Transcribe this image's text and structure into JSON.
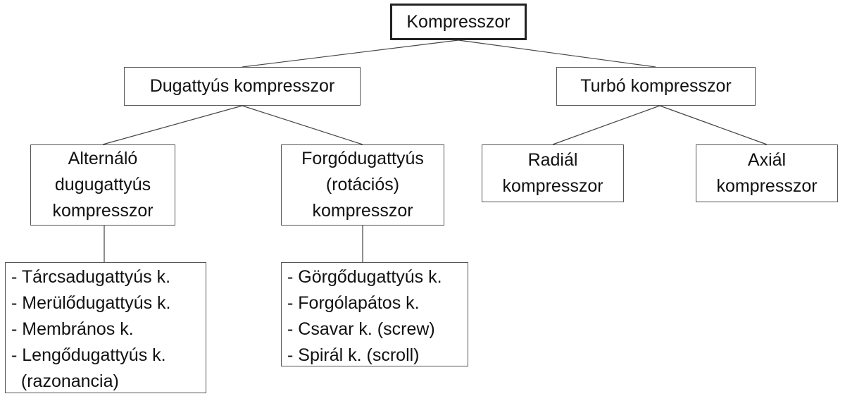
{
  "root": {
    "label": "Kompresszor"
  },
  "level1": [
    {
      "label": "Dugattyús kompresszor"
    },
    {
      "label": "Turbó kompresszor"
    }
  ],
  "level2": [
    {
      "lines": [
        "Alternáló",
        "dugugattyús",
        "kompresszor"
      ]
    },
    {
      "lines": [
        "Forgódugattyús",
        "(rotációs)",
        "kompresszor"
      ]
    },
    {
      "lines": [
        "Radiál",
        "kompresszor"
      ]
    },
    {
      "lines": [
        "Axiál",
        "kompresszor"
      ]
    }
  ],
  "lists": [
    {
      "items": [
        "- Tárcsadugattyús k.",
        "- Merülődugattyús k.",
        "- Membrános k.",
        "- Lengődugattyús k.",
        "  (razonancia)"
      ]
    },
    {
      "items": [
        "- Görgődugattyús k.",
        "- Forgólapátos k.",
        "- Csavar k. (screw)",
        "- Spirál k. (scroll)"
      ]
    }
  ]
}
